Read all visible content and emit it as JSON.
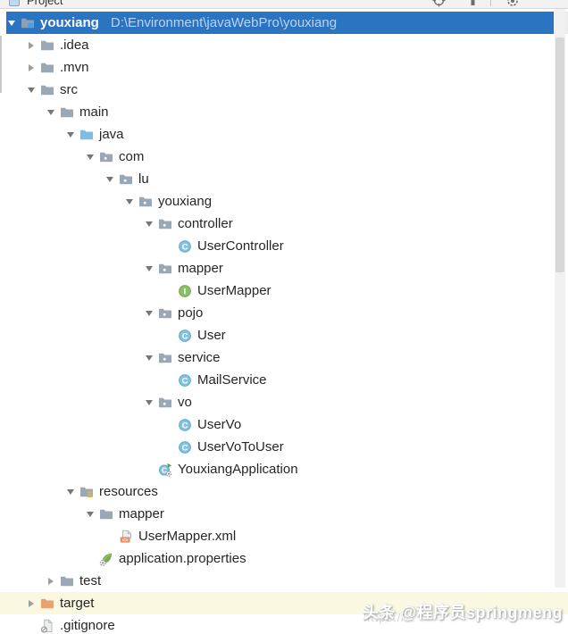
{
  "panel": {
    "title": "Project",
    "toolbar": [
      "locate-icon",
      "collapse-all-icon",
      "settings-icon"
    ]
  },
  "selected_row": {
    "name": "youxiang",
    "path": "D:\\Environment\\javaWebPro\\youxiang"
  },
  "colors": {
    "selection_bg": "#2B74C2",
    "selection_text": "#FFFFFF",
    "selection_path_text": "#BAD3F0",
    "hover_row_bg": "#FBF8E1",
    "row_text": "#262626",
    "header_bg": "#F2F2F2",
    "scrollbar_thumb": "#D7D7D7",
    "folder_gray": "#9AA7B4",
    "folder_source_blue": "#7FBBE3",
    "folder_excluded_orange": "#E9A171",
    "class_icon_blue": "#84C2DF",
    "interface_icon_green": "#8BBF67",
    "xml_icon_orange": "#E2926B",
    "spring_leaf_green": "#77AE53"
  },
  "tree": [
    {
      "label": "youxiang",
      "level": 0,
      "state": "expanded",
      "icon": "folder-project",
      "selected": true,
      "path": "D:\\Environment\\javaWebPro\\youxiang"
    },
    {
      "label": ".idea",
      "level": 1,
      "state": "collapsed",
      "icon": "folder"
    },
    {
      "label": ".mvn",
      "level": 1,
      "state": "collapsed",
      "icon": "folder"
    },
    {
      "label": "src",
      "level": 1,
      "state": "expanded",
      "icon": "folder"
    },
    {
      "label": "main",
      "level": 2,
      "state": "expanded",
      "icon": "folder"
    },
    {
      "label": "java",
      "level": 3,
      "state": "expanded",
      "icon": "folder-source"
    },
    {
      "label": "com",
      "level": 4,
      "state": "expanded",
      "icon": "package"
    },
    {
      "label": "lu",
      "level": 5,
      "state": "expanded",
      "icon": "package"
    },
    {
      "label": "youxiang",
      "level": 6,
      "state": "expanded",
      "icon": "package"
    },
    {
      "label": "controller",
      "level": 7,
      "state": "expanded",
      "icon": "package"
    },
    {
      "label": "UserController",
      "level": 8,
      "state": "leaf",
      "icon": "class"
    },
    {
      "label": "mapper",
      "level": 7,
      "state": "expanded",
      "icon": "package"
    },
    {
      "label": "UserMapper",
      "level": 8,
      "state": "leaf",
      "icon": "interface"
    },
    {
      "label": "pojo",
      "level": 7,
      "state": "expanded",
      "icon": "package"
    },
    {
      "label": "User",
      "level": 8,
      "state": "leaf",
      "icon": "class"
    },
    {
      "label": "service",
      "level": 7,
      "state": "expanded",
      "icon": "package"
    },
    {
      "label": "MailService",
      "level": 8,
      "state": "leaf",
      "icon": "class"
    },
    {
      "label": "vo",
      "level": 7,
      "state": "expanded",
      "icon": "package"
    },
    {
      "label": "UserVo",
      "level": 8,
      "state": "leaf",
      "icon": "class"
    },
    {
      "label": "UserVoToUser",
      "level": 8,
      "state": "leaf",
      "icon": "class"
    },
    {
      "label": "YouxiangApplication",
      "level": 7,
      "state": "leaf",
      "icon": "class-run"
    },
    {
      "label": "resources",
      "level": 3,
      "state": "expanded",
      "icon": "folder-resources"
    },
    {
      "label": "mapper",
      "level": 4,
      "state": "expanded",
      "icon": "folder"
    },
    {
      "label": "UserMapper.xml",
      "level": 5,
      "state": "leaf",
      "icon": "xml-file"
    },
    {
      "label": "application.properties",
      "level": 4,
      "state": "leaf",
      "icon": "spring-properties"
    },
    {
      "label": "test",
      "level": 2,
      "state": "collapsed",
      "icon": "folder"
    },
    {
      "label": "target",
      "level": 1,
      "state": "collapsed",
      "icon": "folder-excluded",
      "highlight": true
    },
    {
      "label": ".gitignore",
      "level": 1,
      "state": "leaf",
      "icon": "ignored-file"
    }
  ],
  "watermark": {
    "text": "头条 @程序员springmeng",
    "url": "https://"
  }
}
